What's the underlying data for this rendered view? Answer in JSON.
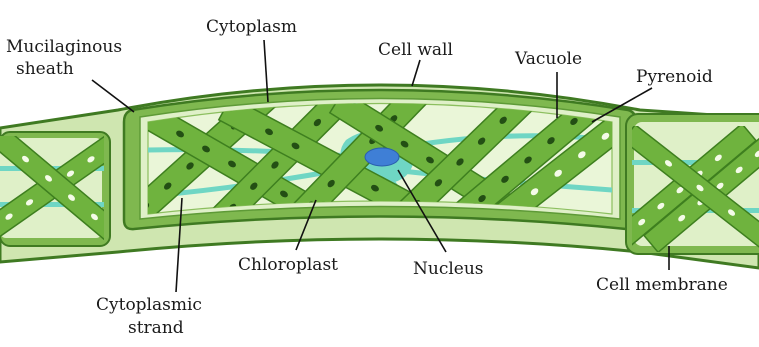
{
  "labels": {
    "mucilaginous_1": "Mucilaginous",
    "mucilaginous_2": "sheath",
    "cytoplasm": "Cytoplasm",
    "cell_wall": "Cell wall",
    "vacuole": "Vacuole",
    "pyrenoid": "Pyrenoid",
    "chloroplast": "Chloroplast",
    "nucleus": "Nucleus",
    "cell_membrane": "Cell membrane",
    "strand_1": "Cytoplasmic",
    "strand_2": "strand"
  },
  "colors": {
    "sheath_fill": "#cfe6b0",
    "sheath_stroke": "#3f7a22",
    "cell_wall": "#7fb84f",
    "cytoplasm": "#dff0c8",
    "vacuole": "#eaf6d8",
    "chloroplast": "#6fb33e",
    "chloroplast_dark": "#3e7f1f",
    "strand": "#6fd6c4",
    "nucleus": "#3f7fd6",
    "pyrenoid_dark": "#234f14",
    "pyrenoid_light": "#f4fbe8"
  }
}
